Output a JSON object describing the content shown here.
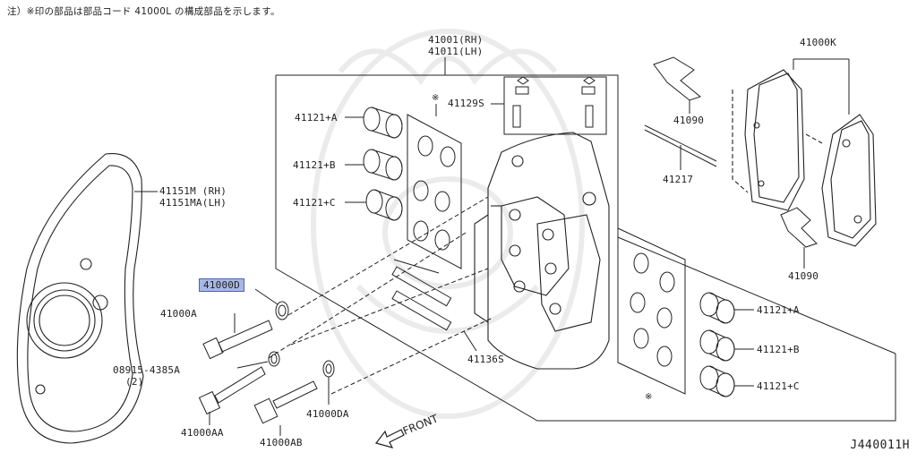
{
  "diagram": {
    "note": "注）※印の部品は部品コード 41000L の構成部品を示します。",
    "code": "J440011H",
    "front": "FRONT",
    "asterisk": "※",
    "labels": {
      "p41001": [
        "41001(RH)",
        "41011(LH)"
      ],
      "p41000K": "41000K",
      "p41129S": "41129S",
      "p41090_top": "41090",
      "p41217": "41217",
      "p41090_bot": "41090",
      "p41121A_l": "41121+A",
      "p41121B_l": "41121+B",
      "p41121C_l": "41121+C",
      "p41151M": [
        "41151M  (RH)",
        "41151MA(LH)"
      ],
      "p41000D": "41000D",
      "p41000A": "41000A",
      "p08915": [
        "08915-4385A",
        "(2)"
      ],
      "p41136S": "41136S",
      "p41121A_r": "41121+A",
      "p41121B_r": "41121+B",
      "p41121C_r": "41121+C",
      "p41000DA": "41000DA",
      "p41000AA": "41000AA",
      "p41000AB": "41000AB"
    }
  }
}
